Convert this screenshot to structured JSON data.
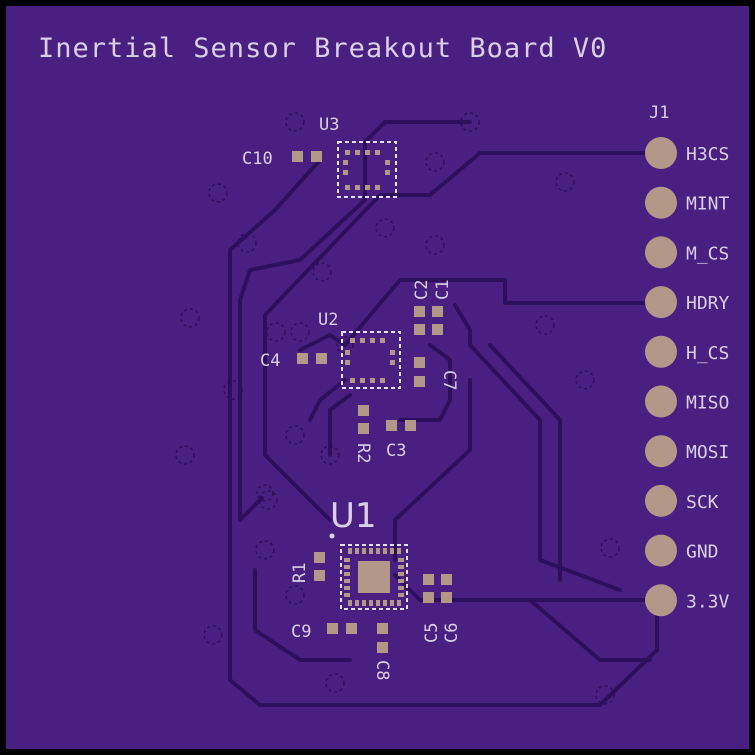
{
  "board": {
    "title": "Inertial Sensor Breakout Board V0",
    "colors": {
      "mask": "#4a1f82",
      "edge": "#000000",
      "pad": "#b39789",
      "silk": "#d9cfe6",
      "trace": "#2e0f5e"
    }
  },
  "components": {
    "u1": "U1",
    "u2": "U2",
    "u3": "U3",
    "j1": "J1",
    "c1": "C1",
    "c2": "C2",
    "c3": "C3",
    "c4": "C4",
    "c5": "C5",
    "c6": "C6",
    "c7": "C7",
    "c8": "C8",
    "c9": "C9",
    "c10": "C10",
    "r1": "R1",
    "r2": "R2"
  },
  "connector_pins": [
    "H3CS",
    "MINT",
    "M_CS",
    "HDRY",
    "H_CS",
    "MISO",
    "MOSI",
    "SCK",
    "GND",
    "3.3V"
  ]
}
